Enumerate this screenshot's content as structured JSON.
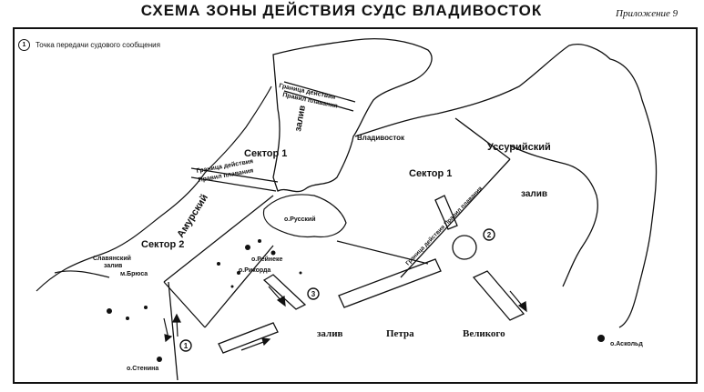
{
  "header": {
    "title": "СХЕМА ЗОНЫ ДЕЙСТВИЯ СУДС ВЛАДИВОСТОК",
    "appendix": "Приложение 9"
  },
  "legend": {
    "marker_symbol": "1",
    "text": "Точка передачи судового сообщения"
  },
  "map": {
    "labels": {
      "zaliv_vertical": "залив",
      "granitsa_1_line1": "Граница действия",
      "granitsa_1_line2": "Правил плавания",
      "vladivostok": "Владивосток",
      "sektor1_west": "Сектор 1",
      "sektor1_east": "Сектор 1",
      "ussuriysky": "Уссурийский",
      "ussuriysky_zaliv": "залив",
      "granitsa_2_line1": "Граница действия",
      "granitsa_2_line2": "Правил плавания",
      "amursky": "Амурский",
      "o_russky": "о.Русский",
      "sektor2": "Сектор 2",
      "slaviansky_line1": "Славянский",
      "slaviansky_line2": "залив",
      "m_bryusa": "м.Брюса",
      "o_reynike": "о.Рейнеке",
      "o_rikorda": "о.Рикорда",
      "granitsa_3": "Граница действия Правил плавания",
      "zaliv_petra_1": "залив",
      "zaliv_petra_2": "Петра",
      "zaliv_petra_3": "Великого",
      "o_stenina": "о.Стенина",
      "o_askold": "о.Аскольд"
    },
    "points": [
      "1",
      "2",
      "3"
    ]
  }
}
